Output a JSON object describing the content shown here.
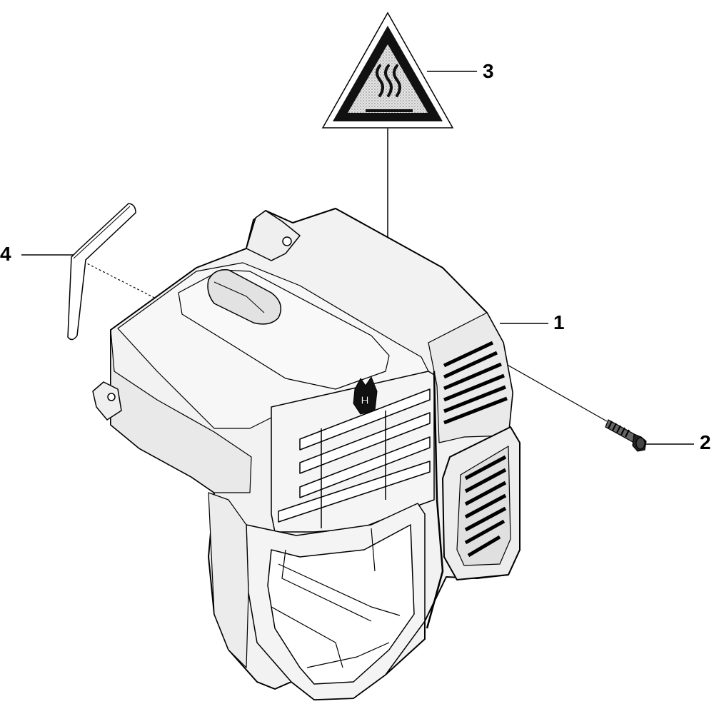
{
  "callouts": [
    {
      "id": "1",
      "label": "1"
    },
    {
      "id": "2",
      "label": "2"
    },
    {
      "id": "3",
      "label": "3"
    },
    {
      "id": "4",
      "label": "4"
    }
  ],
  "colors": {
    "line": "#000000",
    "cover_fill": "#f2f2f2",
    "sign_fill": "#d9d9d9",
    "background": "#ffffff"
  }
}
